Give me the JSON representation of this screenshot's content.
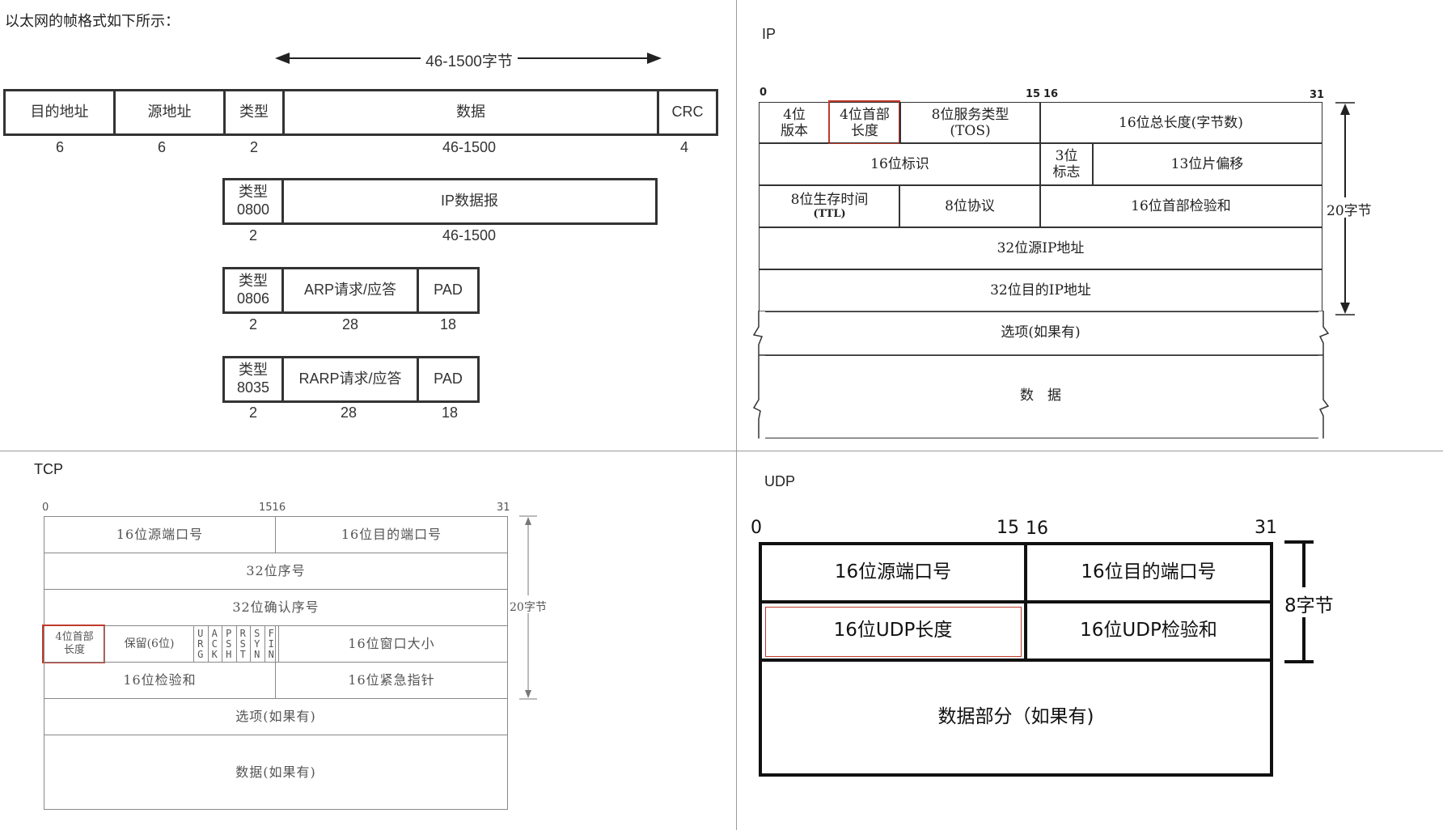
{
  "ethernet": {
    "title": "以太网的帧格式如下所示：",
    "range_label": "46-1500字节",
    "frame": {
      "fields": [
        "目的地址",
        "源地址",
        "类型",
        "数据",
        "CRC"
      ],
      "sizes": [
        "6",
        "6",
        "2",
        "46-1500",
        "4"
      ]
    },
    "ip_datagram": {
      "type_label": "类型",
      "type_code": "0800",
      "data": "IP数据报",
      "sizes": [
        "2",
        "46-1500"
      ]
    },
    "arp": {
      "type_label": "类型",
      "type_code": "0806",
      "data": "ARP请求/应答",
      "pad": "PAD",
      "sizes": [
        "2",
        "28",
        "18"
      ]
    },
    "rarp": {
      "type_label": "类型",
      "type_code": "8035",
      "data": "RARP请求/应答",
      "pad": "PAD",
      "sizes": [
        "2",
        "28",
        "18"
      ]
    }
  },
  "ip": {
    "title": "IP",
    "bits": [
      "0",
      "15",
      "16",
      "31"
    ],
    "row1": {
      "version_a": "4位",
      "version_b": "版本",
      "ihl_a": "4位首部",
      "ihl_b": "长度",
      "tos_a": "8位服务类型",
      "tos_b": "(TOS)",
      "total": "16位总长度(字节数)"
    },
    "row2": {
      "id": "16位标识",
      "flags_a": "3位",
      "flags_b": "标志",
      "offset": "13位片偏移"
    },
    "row3": {
      "ttl_a": "8位生存时间",
      "ttl_b": "(TTL)",
      "proto": "8位协议",
      "checksum": "16位首部检验和"
    },
    "src": "32位源IP地址",
    "dst": "32位目的IP地址",
    "options": "选项(如果有)",
    "data": "数　据",
    "side_label": "20字节"
  },
  "tcp": {
    "title": "TCP",
    "bits": [
      "0",
      "1516",
      "31"
    ],
    "src_port": "16位源端口号",
    "dst_port": "16位目的端口号",
    "seq": "32位序号",
    "ack": "32位确认序号",
    "hlen_a": "4位首部",
    "hlen_b": "长度",
    "reserved": "保留(6位)",
    "flags": [
      [
        "U",
        "R",
        "G"
      ],
      [
        "A",
        "C",
        "K"
      ],
      [
        "P",
        "S",
        "H"
      ],
      [
        "R",
        "S",
        "T"
      ],
      [
        "S",
        "Y",
        "N"
      ],
      [
        "F",
        "I",
        "N"
      ]
    ],
    "window": "16位窗口大小",
    "checksum": "16位检验和",
    "urgent": "16位紧急指针",
    "options": "选项(如果有)",
    "data": "数据(如果有)",
    "side_label": "20字节"
  },
  "udp": {
    "title": "UDP",
    "bits": [
      "0",
      "15",
      "16",
      "31"
    ],
    "src_port": "16位源端口号",
    "dst_port": "16位目的端口号",
    "length": "16位UDP长度",
    "checksum": "16位UDP检验和",
    "data": "数据部分（如果有)",
    "side_label": "8字节"
  },
  "colors": {
    "highlight": "#c0392b",
    "divider": "#9a9a9a"
  }
}
